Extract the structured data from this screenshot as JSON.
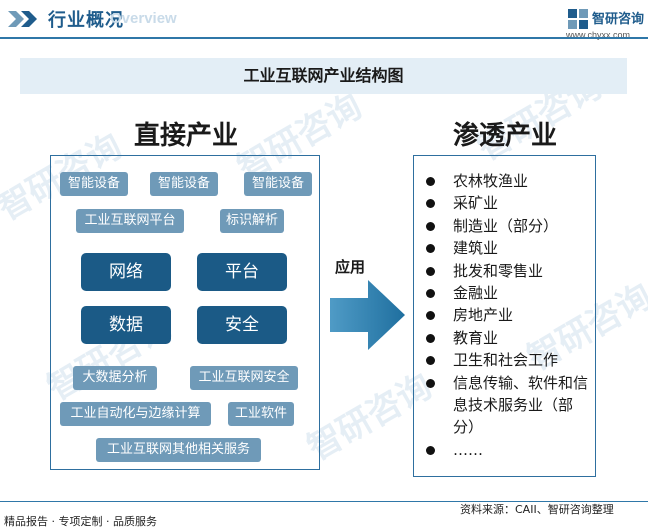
{
  "header": {
    "section_title": "行业概况",
    "ghost_text": "Overview",
    "logo_name": "智研咨询",
    "logo_url": "www.chyxx.com",
    "logo_icon": "zhiyan-logo-icon"
  },
  "diagram": {
    "title": "工业互联网产业结构图",
    "left_heading": "直接产业",
    "right_heading": "渗透产业",
    "arrow_label": "应用",
    "direct_tags": {
      "device_1": "智能设备",
      "device_2": "智能设备",
      "device_3": "智能设备",
      "platform": "工业互联网平台",
      "id_resolution": "标识解析",
      "big_data": "大数据分析",
      "security": "工业互联网安全",
      "automation": "工业自动化与边缘计算",
      "software": "工业软件",
      "other_services": "工业互联网其他相关服务"
    },
    "core_blocks": [
      "网络",
      "平台",
      "数据",
      "安全"
    ],
    "penetration_industries": [
      "农林牧渔业",
      "采矿业",
      "制造业（部分）",
      "建筑业",
      "批发和零售业",
      "金融业",
      "房地产业",
      "教育业",
      "卫生和社会工作",
      "信息传输、软件和信息技术服务业（部分）",
      "……"
    ]
  },
  "footer": {
    "source": "资料来源：CAII、智研咨询整理",
    "tagline": "精品报告 · 专项定制 · 品质服务",
    "watermark": "智研咨询"
  },
  "colors": {
    "primary": "#1b5a86",
    "tag": "#6f9ab8",
    "arrow": "#2a7fae",
    "band": "#e3eef6",
    "border": "#2e6f9f"
  }
}
